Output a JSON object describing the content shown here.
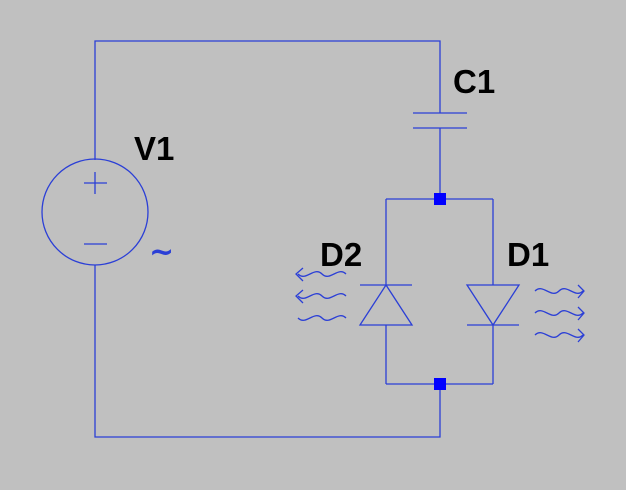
{
  "schematic": {
    "components": [
      {
        "ref": "V1",
        "type": "voltage-source",
        "symbol": "~"
      },
      {
        "ref": "C1",
        "type": "capacitor"
      },
      {
        "ref": "D2",
        "type": "led"
      },
      {
        "ref": "D1",
        "type": "led"
      }
    ],
    "colors": {
      "background": "#c0c0c0",
      "wire": "#2b3fd6",
      "junction": "#0000ff",
      "label": "#000000",
      "source_symbol": "#2b3fd6"
    }
  }
}
